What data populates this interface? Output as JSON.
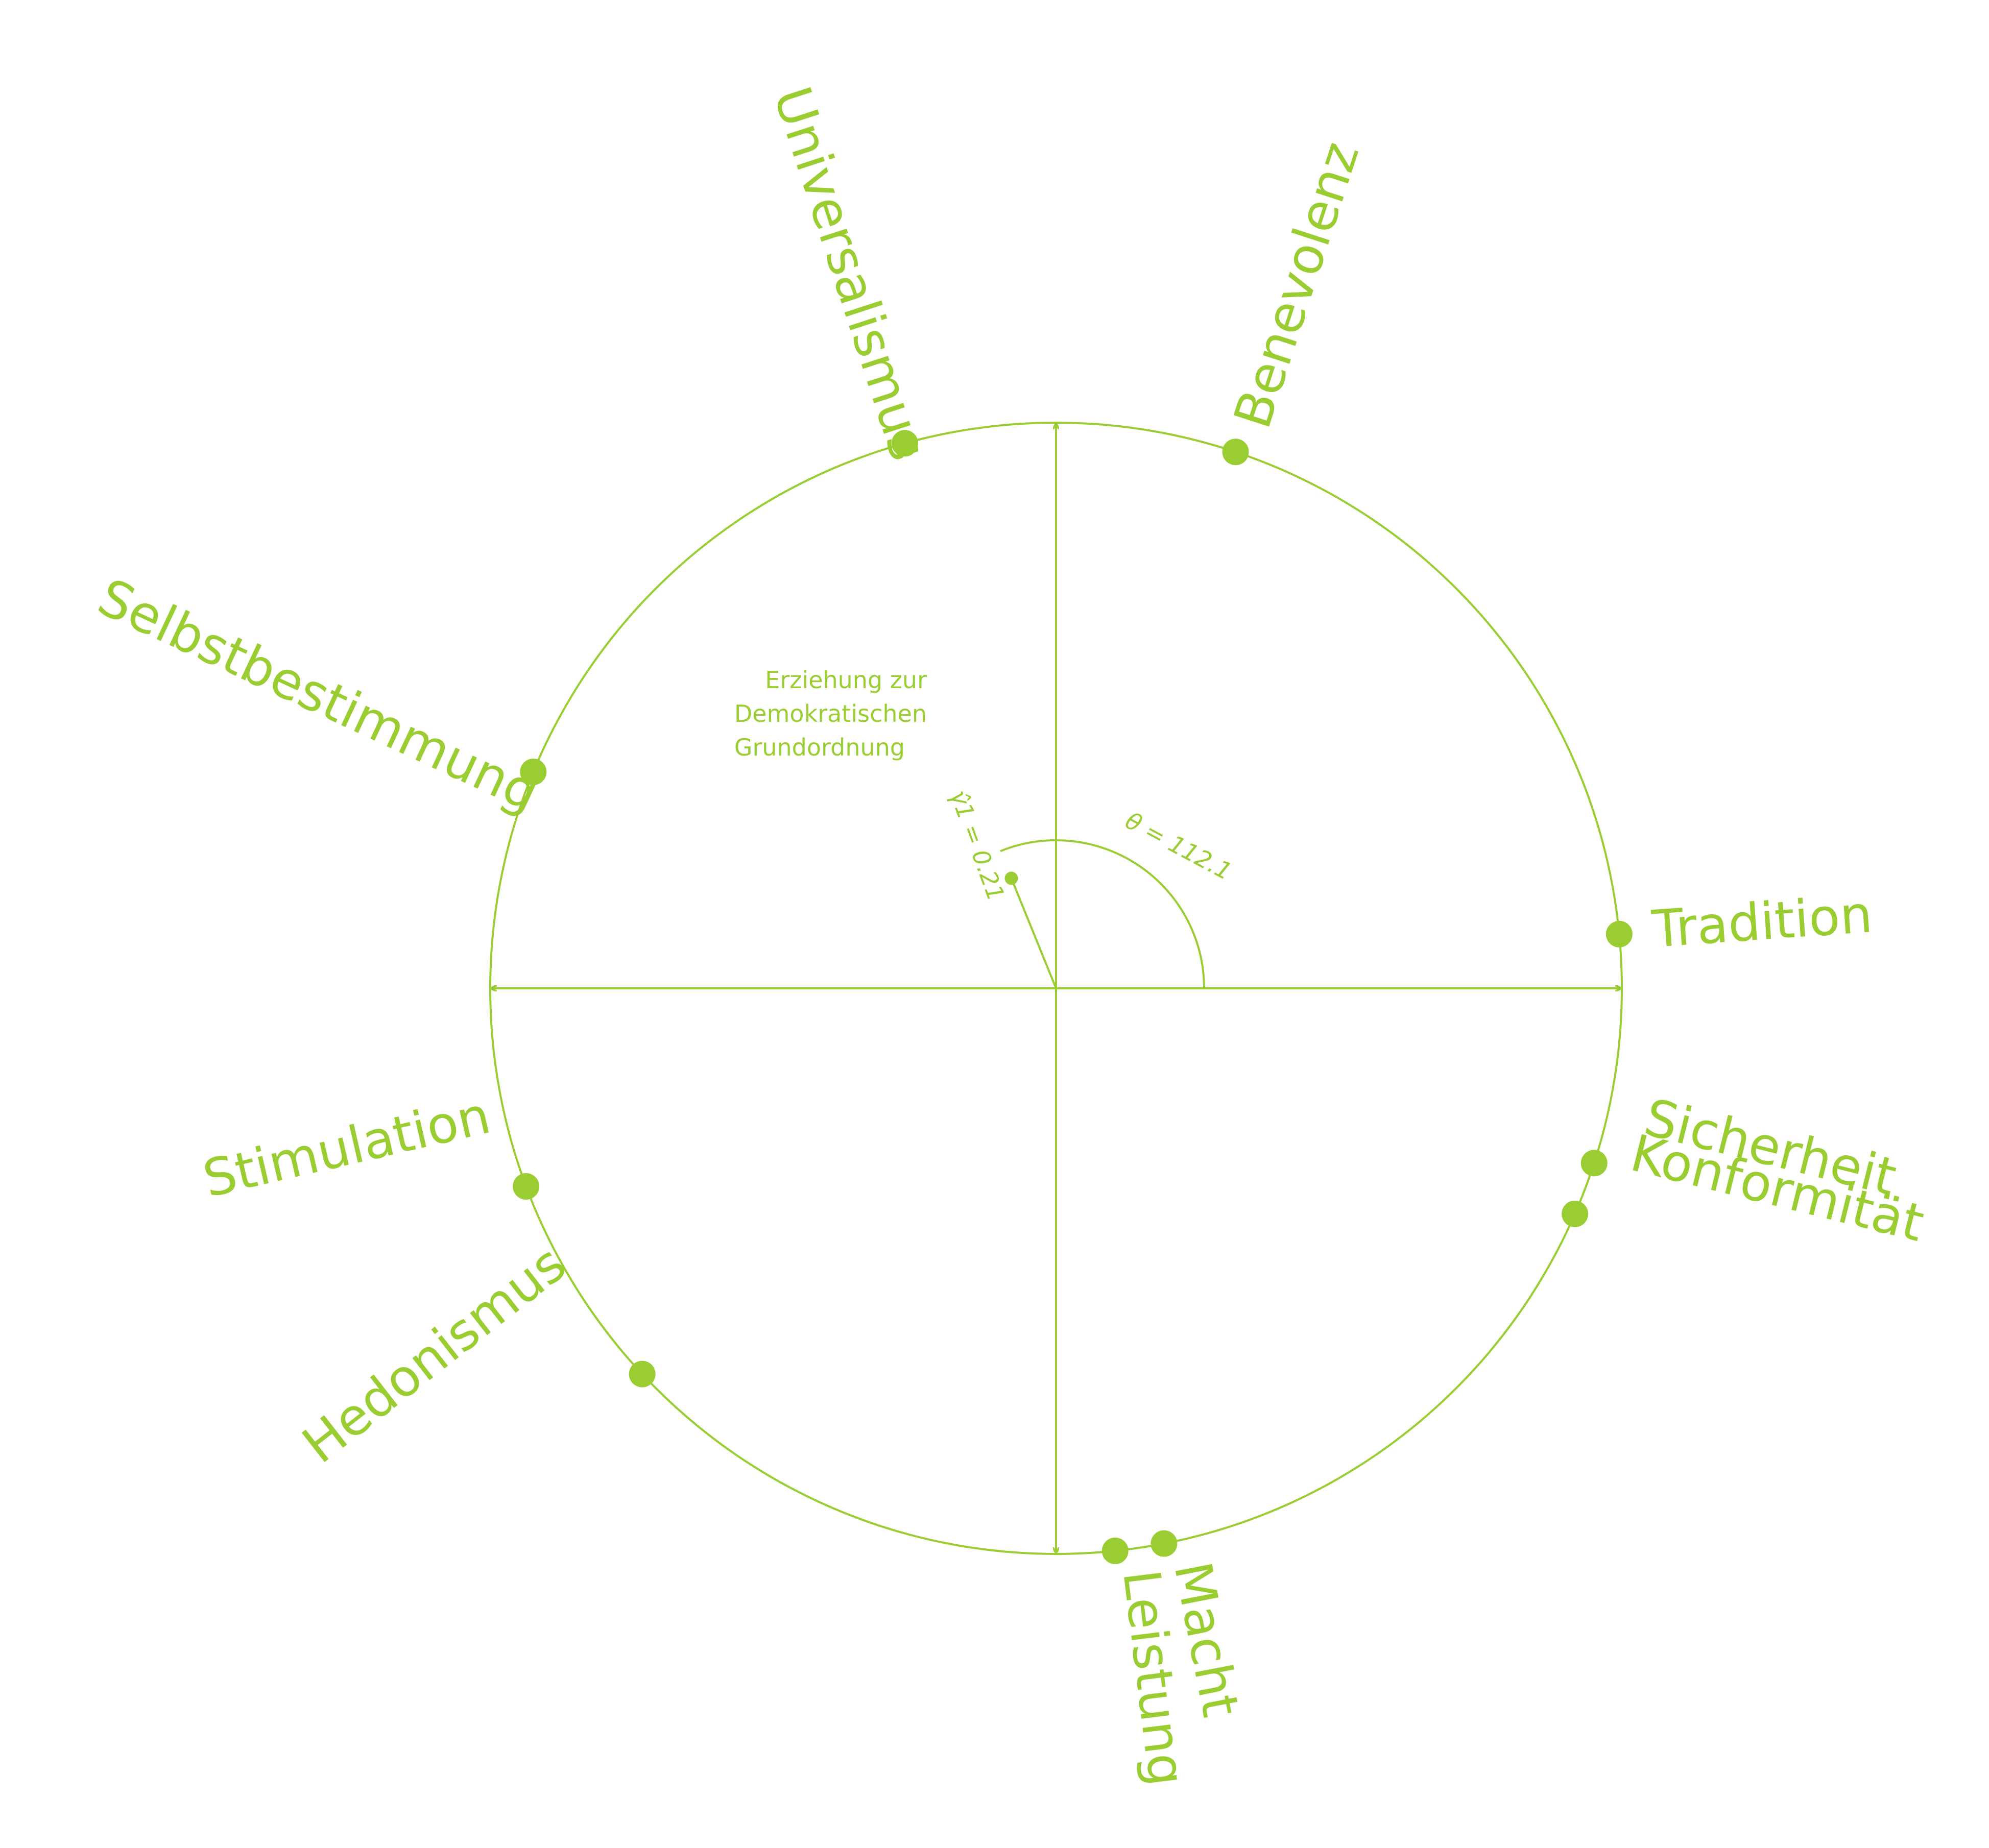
{
  "colors": {
    "accent": "#9ACD32",
    "background": "#ffffff"
  },
  "values": [
    {
      "label": "Universalismus",
      "angle": 105.5
    },
    {
      "label": "Benevolenz",
      "angle": 71.5
    },
    {
      "label": "Selbstbestimmung",
      "angle": 157.5
    },
    {
      "label": "Tradition",
      "angle": 5.5
    },
    {
      "label": "Stimulation",
      "angle": 200.5
    },
    {
      "label": "Sicherheit",
      "angle": 336.5
    },
    {
      "label": "Konformität",
      "angle": 342.0
    },
    {
      "label": "Hedonismus",
      "angle": 223.0
    },
    {
      "label": "Macht",
      "angle": 281.0
    },
    {
      "label": "Leistung",
      "angle": 276.0
    }
  ],
  "point": {
    "label_lines": [
      "Erziehung zur",
      "Demokratischen",
      "Grundordnung"
    ],
    "theta": 112.1,
    "radius": 0.21
  },
  "annotations": {
    "theta_label": "θ = 112.1",
    "radius_label": "γ̂1 = 0.21"
  }
}
